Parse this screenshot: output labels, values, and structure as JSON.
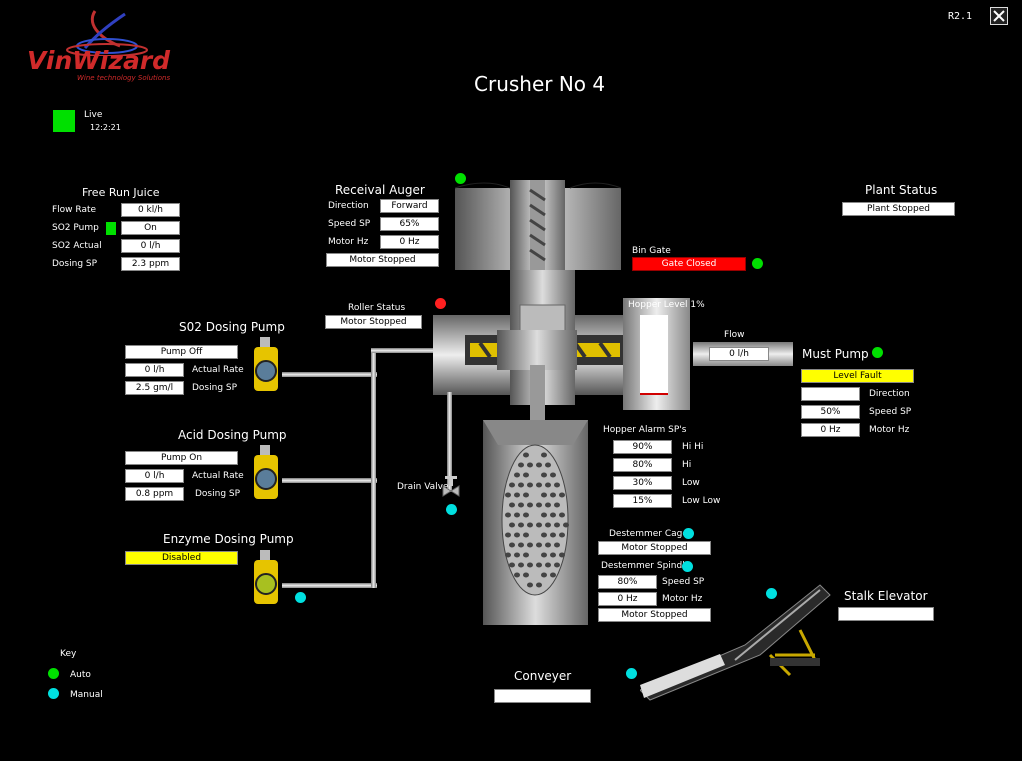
{
  "app": {
    "version": "R2.1",
    "title": "Crusher No 4",
    "logo_text": "VinWizard",
    "logo_tagline": "Wine technology Solutions",
    "live_label": "Live",
    "live_time": "12:2:21"
  },
  "colors": {
    "auto": "#00e000",
    "manual": "#00e0e0",
    "alarm": "#ff0000",
    "fault": "#ffff00"
  },
  "free_run_juice": {
    "title": "Free Run Juice",
    "rows": [
      {
        "label": "Flow Rate",
        "value": "0 kl/h"
      },
      {
        "label": "SO2 Pump",
        "value": "On"
      },
      {
        "label": "SO2 Actual",
        "value": "0 l/h"
      },
      {
        "label": "Dosing SP",
        "value": "2.3 ppm"
      }
    ]
  },
  "receival_auger": {
    "title": "Receival Auger",
    "rows": [
      {
        "label": "Direction",
        "value": "Forward"
      },
      {
        "label": "Speed SP",
        "value": "65%"
      },
      {
        "label": "Motor Hz",
        "value": "0 Hz"
      }
    ],
    "status": "Motor Stopped"
  },
  "plant_status": {
    "title": "Plant Status",
    "value": "Plant Stopped"
  },
  "bin_gate": {
    "title": "Bin Gate",
    "value": "Gate Closed"
  },
  "roller_status": {
    "title": "Roller Status",
    "value": "Motor Stopped"
  },
  "hopper_level": {
    "label": "Hopper Level 1%",
    "level": 1
  },
  "flow": {
    "title": "Flow",
    "value": "0 l/h"
  },
  "must_pump": {
    "title": "Must Pump",
    "status": "Level Fault",
    "rows": [
      {
        "label": "Direction",
        "value": ""
      },
      {
        "label": "Speed SP",
        "value": "50%"
      },
      {
        "label": "Motor Hz",
        "value": "0 Hz"
      }
    ]
  },
  "so2_pump": {
    "title": "S02 Dosing Pump",
    "status": "Pump Off",
    "rows": [
      {
        "label": "Actual Rate",
        "value": "0 l/h"
      },
      {
        "label": "Dosing SP",
        "value": "2.5 gm/l"
      }
    ]
  },
  "acid_pump": {
    "title": "Acid Dosing Pump",
    "status": "Pump On",
    "rows": [
      {
        "label": "Actual Rate",
        "value": "0 l/h"
      },
      {
        "label": "Dosing SP",
        "value": "0.8 ppm"
      }
    ]
  },
  "enzyme_pump": {
    "title": "Enzyme Dosing Pump",
    "status": "Disabled"
  },
  "drain_valve": {
    "label": "Drain Valve"
  },
  "hopper_alarm": {
    "title": "Hopper Alarm SP's",
    "rows": [
      {
        "label": "Hi Hi",
        "value": "90%"
      },
      {
        "label": "Hi",
        "value": "80%"
      },
      {
        "label": "Low",
        "value": "30%"
      },
      {
        "label": "Low Low",
        "value": "15%"
      }
    ]
  },
  "destemmer_cage": {
    "title": "Destemmer Cage",
    "value": "Motor Stopped"
  },
  "destemmer_spindle": {
    "title": "Destemmer Spindle",
    "rows": [
      {
        "label": "Speed SP",
        "value": "80%"
      },
      {
        "label": "Motor Hz",
        "value": "0 Hz"
      }
    ],
    "status": "Motor Stopped"
  },
  "stalk_elevator": {
    "title": "Stalk Elevator",
    "value": ""
  },
  "conveyer": {
    "title": "Conveyer",
    "value": ""
  },
  "key": {
    "title": "Key",
    "auto": "Auto",
    "manual": "Manual"
  }
}
